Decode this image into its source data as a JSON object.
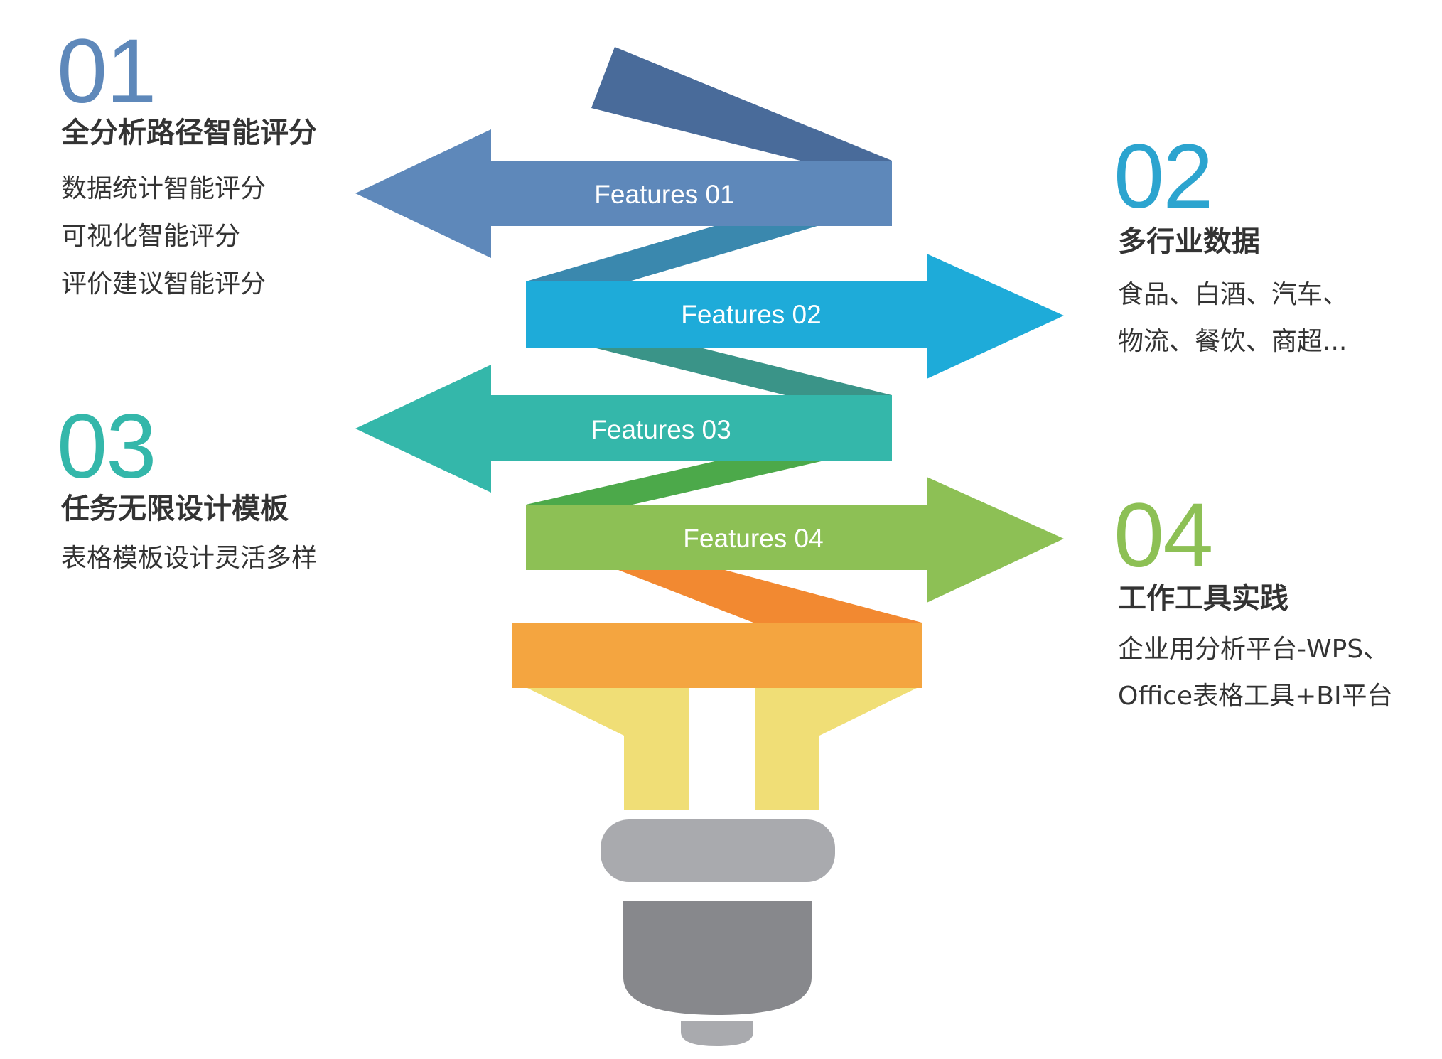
{
  "colors": {
    "blue_dark": "#496B9A",
    "blue": "#5E88BA",
    "sky_dark": "#3A88AE",
    "sky": "#1EABD9",
    "teal_dark": "#3A9488",
    "teal": "#34B7AA",
    "green_dark": "#4CA94A",
    "green": "#8DC055",
    "orange_dark": "#F28931",
    "orange": "#F4A540",
    "yellow": "#F0DE76",
    "cap_light": "#A9AAAE",
    "cap_dark": "#87888C"
  },
  "features": [
    {
      "number": "01",
      "color": "#5E88BA",
      "label": "Features 01",
      "heading": "全分析路径智能评分",
      "lines": [
        "数据统计智能评分",
        "可视化智能评分",
        "评价建议智能评分"
      ]
    },
    {
      "number": "02",
      "color": "#2CA4CF",
      "label": "Features 02",
      "heading": "多行业数据",
      "lines": [
        "食品、白酒、汽车、",
        "物流、餐饮、商超..."
      ]
    },
    {
      "number": "03",
      "color": "#34B7AA",
      "label": "Features 03",
      "heading": "任务无限设计模板",
      "lines": [
        "表格模板设计灵活多样"
      ]
    },
    {
      "number": "04",
      "color": "#8DC055",
      "label": "Features 04",
      "heading": "工作工具实践",
      "lines": [
        "企业用分析平台-WPS、",
        "Office表格工具+BI平台"
      ]
    }
  ]
}
